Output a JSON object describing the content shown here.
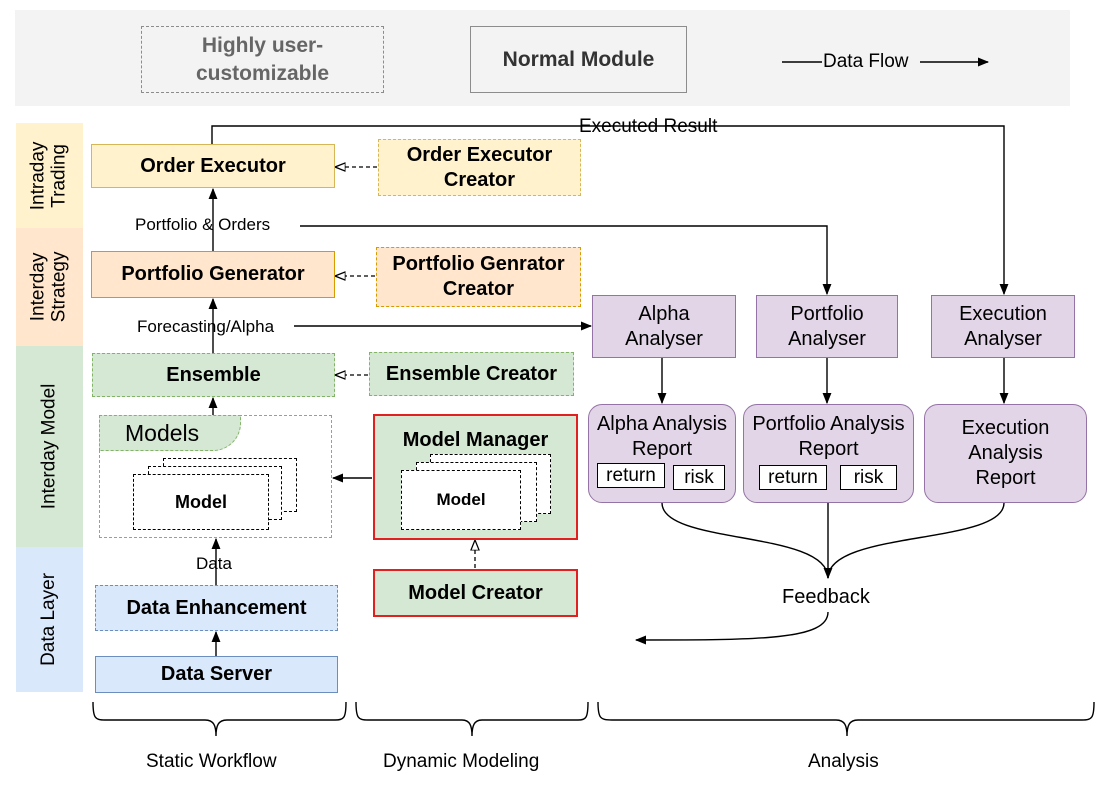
{
  "legend": {
    "customizable": "Highly user-customizable",
    "normal": "Normal Module",
    "dataflow": "Data Flow"
  },
  "layers": {
    "intraday_trading": "Intraday Trading",
    "interday_strategy": "Interday Strategy",
    "interday_model": "Interday Model",
    "data_layer": "Data Layer"
  },
  "static": {
    "order_executor": "Order Executor",
    "portfolio_generator": "Portfolio Generator",
    "ensemble": "Ensemble",
    "models": "Models",
    "model": "Model",
    "data_enhancement": "Data Enhancement",
    "data_server": "Data Server"
  },
  "dynamic": {
    "order_executor_creator": "Order Executor Creator",
    "portfolio_generator_creator": "Portfolio Genrator Creator",
    "ensemble_creator": "Ensemble Creator",
    "model_manager": "Model Manager",
    "model": "Model",
    "model_creator": "Model Creator"
  },
  "analysis": {
    "alpha_analyser": "Alpha Analyser",
    "portfolio_analyser": "Portfolio Analyser",
    "execution_analyser": "Execution Analyser",
    "alpha_report": "Alpha Analysis Report",
    "portfolio_report": "Portfolio Analysis Report",
    "execution_report": "Execution Analysis Report",
    "return": "return",
    "risk": "risk",
    "feedback": "Feedback"
  },
  "flows": {
    "executed_result": "Executed Result",
    "portfolio_orders": "Portfolio & Orders",
    "forecasting_alpha": "Forecasting/Alpha",
    "data": "Data"
  },
  "sections": {
    "static_workflow": "Static Workflow",
    "dynamic_modeling": "Dynamic Modeling",
    "analysis": "Analysis"
  }
}
